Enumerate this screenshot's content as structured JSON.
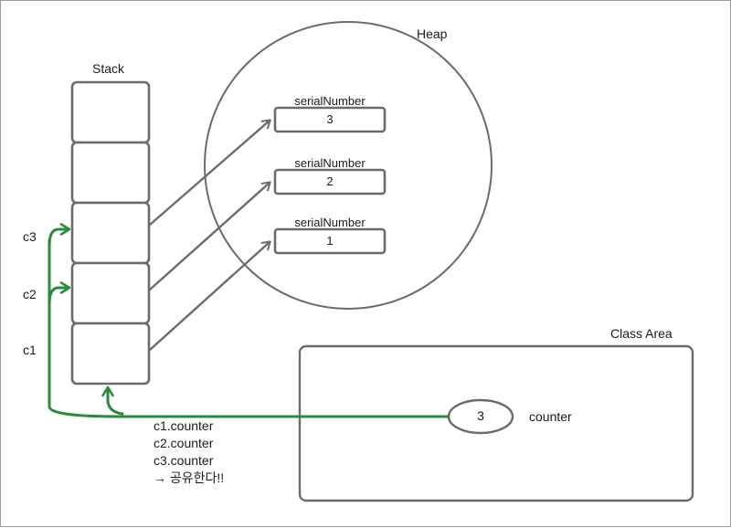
{
  "diagram": {
    "title_regions": {
      "heap": "Heap",
      "stack": "Stack",
      "class_area": "Class Area"
    },
    "stack": {
      "label": "Stack",
      "cell_count": 5,
      "cells": [
        "",
        "",
        "",
        "",
        ""
      ]
    },
    "heap": {
      "label": "Heap",
      "objects": [
        {
          "field_name": "serialNumber",
          "value": "3"
        },
        {
          "field_name": "serialNumber",
          "value": "2"
        },
        {
          "field_name": "serialNumber",
          "value": "1"
        }
      ]
    },
    "class_area": {
      "label": "Class Area",
      "variable": {
        "value": "3",
        "name": "counter"
      }
    },
    "references": [
      {
        "label": "c3"
      },
      {
        "label": "c2"
      },
      {
        "label": "c1"
      }
    ],
    "note_lines": [
      "c1.counter",
      "c2.counter",
      "c3.counter",
      "→ 공유한다!!"
    ],
    "colors": {
      "outline": "#6b6b6b",
      "shared_link": "#2a8a3e",
      "text": "#1a1a1a",
      "background": "#ffffff",
      "page_border": "#9a9a9a"
    }
  }
}
